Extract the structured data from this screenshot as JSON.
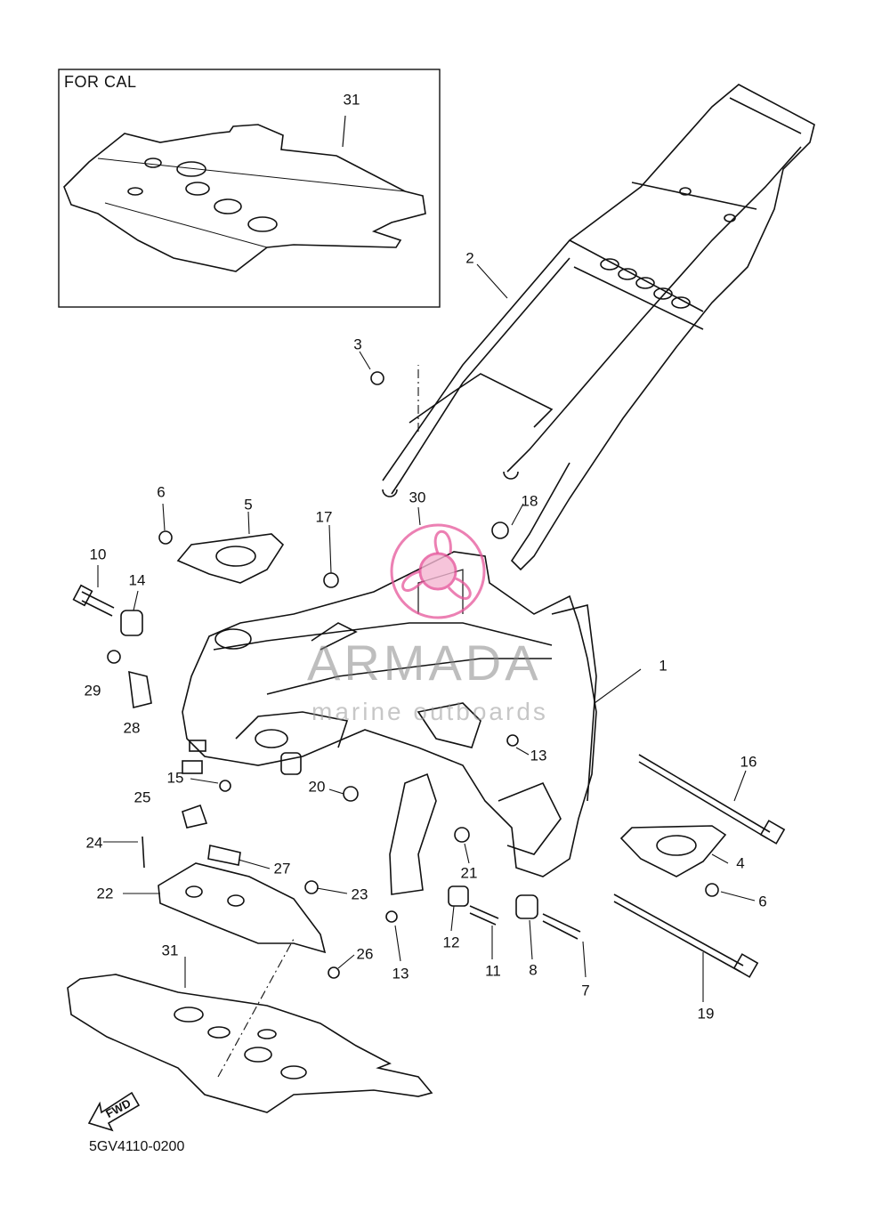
{
  "inset": {
    "title": "FOR CAL",
    "part": "31"
  },
  "drawing_code": "5GV4110-0200",
  "fwd_label": "FWD",
  "watermark": {
    "brand": "ARMADA",
    "tagline": "marine outboards",
    "color": "#e6559a"
  },
  "callouts": [
    "1",
    "2",
    "3",
    "4",
    "5",
    "6",
    "6",
    "7",
    "8",
    "10",
    "11",
    "12",
    "13",
    "13",
    "14",
    "15",
    "16",
    "17",
    "18",
    "19",
    "20",
    "21",
    "22",
    "23",
    "24",
    "25",
    "26",
    "27",
    "28",
    "29",
    "30",
    "31"
  ]
}
